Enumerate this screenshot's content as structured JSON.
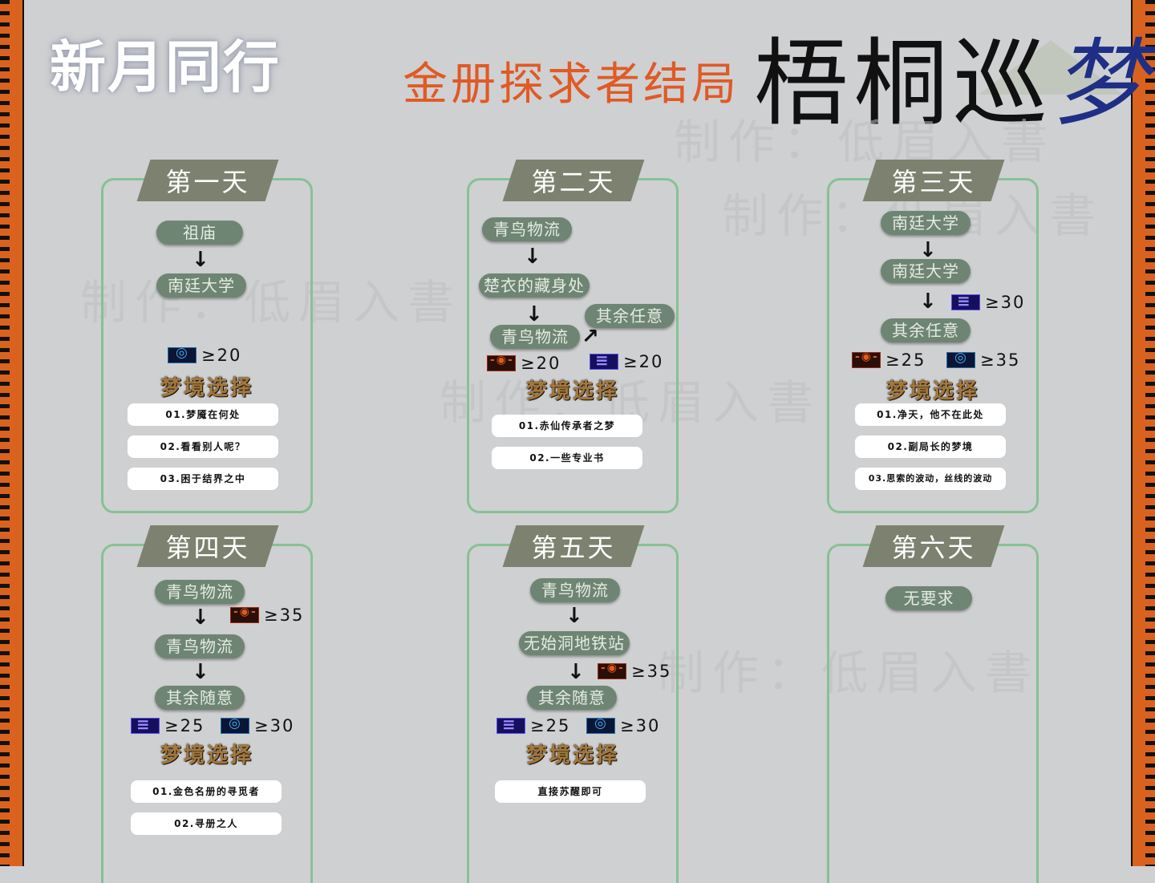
{
  "brand": "新月同行",
  "subtitle": "金册探求者结局",
  "title": {
    "main": "梧桐巡",
    "accent": "梦"
  },
  "watermark": {
    "text": "制作：低眉入書"
  },
  "dream_label": "梦境选择",
  "days": {
    "d1": {
      "tab": "第一天",
      "nodes": [
        "祖庙",
        "南廷大学"
      ],
      "conds": [
        "≥20"
      ],
      "choices": [
        "01.梦魇在何处",
        "02.看看别人呢？",
        "03.困于结界之中"
      ]
    },
    "d2": {
      "tab": "第二天",
      "nodes": [
        "青鸟物流",
        "楚衣的藏身处",
        "青鸟物流",
        "其余任意"
      ],
      "conds": [
        "≥20",
        "≥20"
      ],
      "choices": [
        "01.赤仙传承者之梦",
        "02.一些专业书"
      ]
    },
    "d3": {
      "tab": "第三天",
      "nodes": [
        "南廷大学",
        "南廷大学",
        "其余任意"
      ],
      "conds": [
        "≥30",
        "≥25",
        "≥35"
      ],
      "choices": [
        "01.净天，他不在此处",
        "02.副局长的梦境",
        "03.思索的波动，丝线的波动"
      ]
    },
    "d4": {
      "tab": "第四天",
      "nodes": [
        "青鸟物流",
        "青鸟物流",
        "其余随意"
      ],
      "conds": [
        "≥35",
        "≥25",
        "≥30"
      ],
      "choices": [
        "01.金色名册的寻觅者",
        "02.寻册之人"
      ]
    },
    "d5": {
      "tab": "第五天",
      "nodes": [
        "青鸟物流",
        "无始洞地铁站",
        "其余随意"
      ],
      "conds": [
        "≥35",
        "≥25",
        "≥30"
      ],
      "choices": [
        "直接苏醒即可"
      ]
    },
    "d6": {
      "tab": "第六天",
      "nodes": [
        "无要求"
      ]
    }
  },
  "colors": {
    "border": "#d9621f",
    "panel_border": "#86c293",
    "node": "#6f8573",
    "subtitle": "#e05a25",
    "dream_title": "#a4783b"
  },
  "icons": {
    "mind": "lightbulb-icon",
    "fire": "flame-icon",
    "book": "book-icon"
  }
}
